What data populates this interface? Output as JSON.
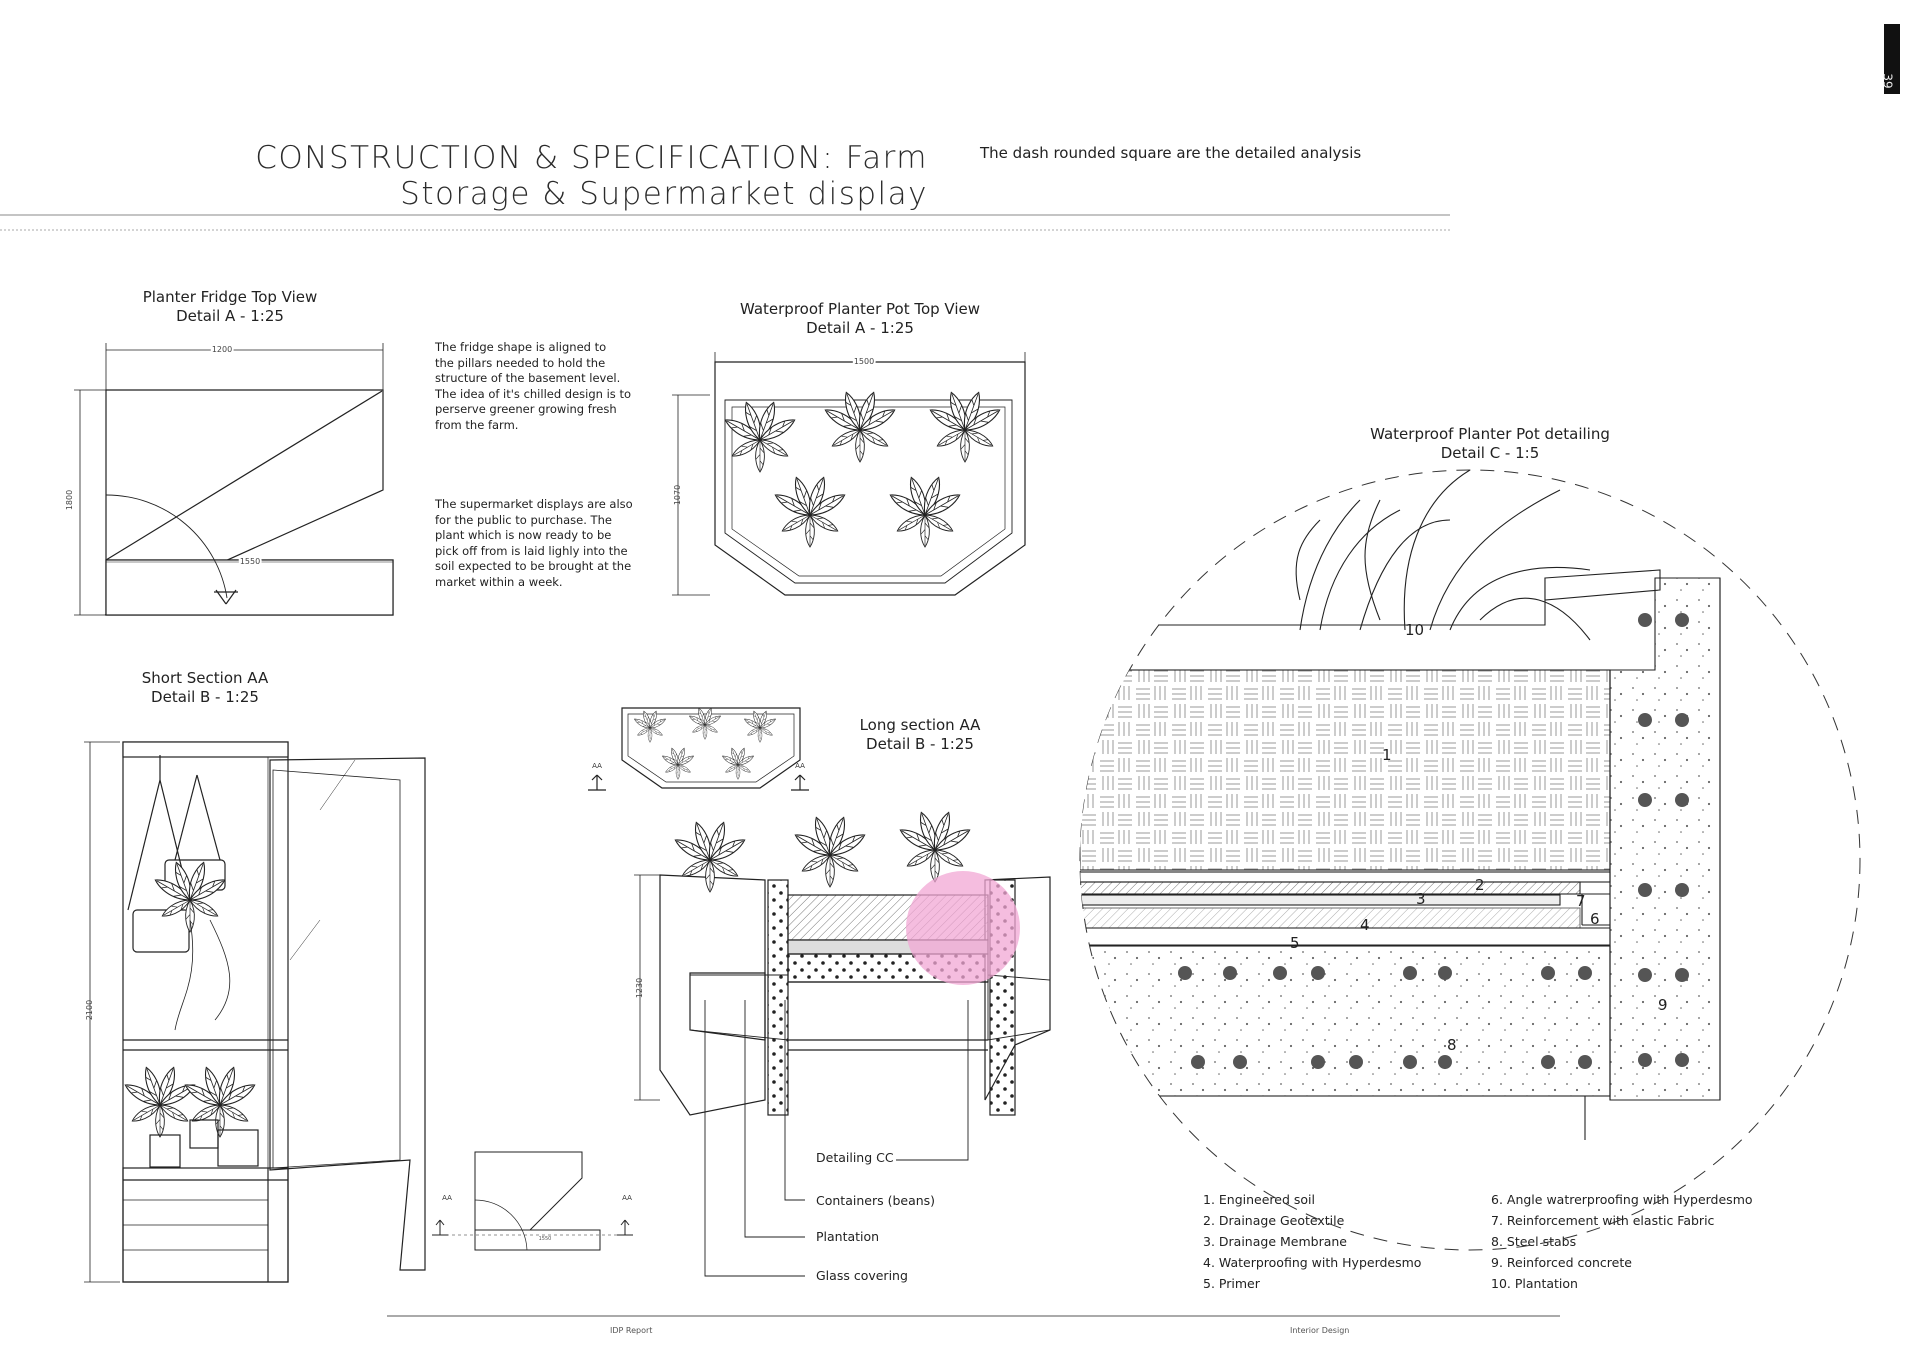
{
  "header": {
    "title_line1": "CONSTRUCTION & SPECIFICATION: Farm",
    "title_line2": "Storage & Supermarket display",
    "note": "The dash rounded square are the detailed analysis",
    "page_number": "39"
  },
  "details": {
    "fridge_top": {
      "title": "Planter Fridge Top View",
      "sub": "Detail A -  1:25",
      "dim_top": "1200",
      "dim_mid": "1550",
      "dim_side": "1800"
    },
    "pot_top": {
      "title": "Waterproof Planter Pot Top View",
      "sub": "Detail A -  1:25",
      "dim_top": "1500",
      "dim_side": "1070"
    },
    "short_section": {
      "title": "Short Section AA",
      "sub": "Detail B -  1:25",
      "dim_side": "2100"
    },
    "long_section": {
      "title": "Long section AA",
      "sub": "Detail B -  1:25",
      "dim_side": "1230",
      "marker_left": "AA",
      "marker_right": "AA"
    },
    "pot_detail": {
      "title": "Waterproof Planter Pot detailing",
      "sub": "Detail C -  1:5",
      "numbers": [
        "1",
        "2",
        "3",
        "4",
        "5",
        "6",
        "7",
        "8",
        "9",
        "10"
      ]
    }
  },
  "paragraphs": {
    "p1": [
      "The fridge shape is aligned to",
      "the pillars needed to hold the",
      "structure of the basement level.",
      "The idea of it's chilled design is to",
      "perserve greener growing fresh",
      "from the farm."
    ],
    "p2": [
      "The supermarket displays are also",
      "for the public to purchase. The",
      "plant which is now ready to be",
      "pick off from is laid lighly into the",
      "soil expected to be brought at the",
      "market within a week."
    ]
  },
  "callouts": [
    "Detailing CC",
    "Containers (beans)",
    "Plantation",
    "Glass covering"
  ],
  "small_plan": {
    "marker_left": "AA",
    "marker_right": "AA",
    "dim": "1550"
  },
  "legend": {
    "left": [
      "1. Engineered soil",
      "2. Drainage Geotextile",
      "3. Drainage Membrane",
      "4. Waterproofing with Hyperdesmo",
      "5. Primer"
    ],
    "right": [
      "6. Angle watrerproofing with Hyperdesmo",
      "7. Reinforcement with elastic Fabric",
      "8. Steel stabs",
      "9. Reinforced concrete",
      "10. Plantation"
    ]
  },
  "footer": {
    "left": "IDP Report",
    "right": "Interior Design"
  },
  "colors": {
    "highlight": "#f2a7d4",
    "line": "#2a2a2a"
  }
}
